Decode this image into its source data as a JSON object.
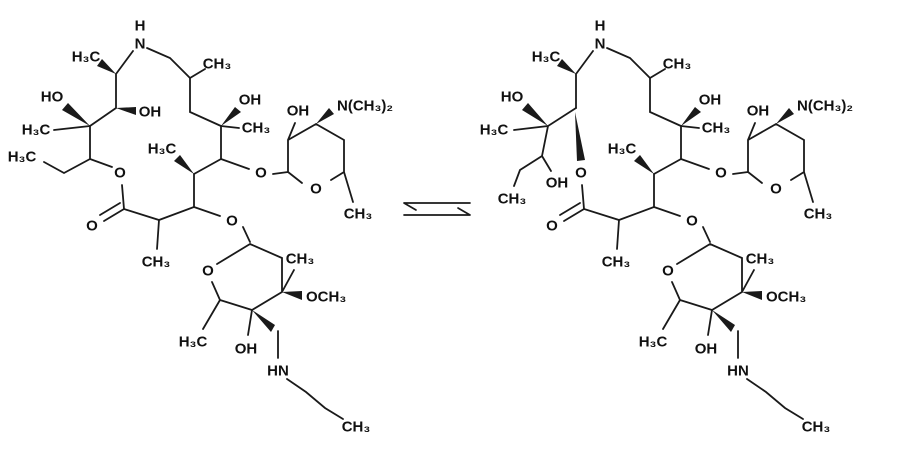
{
  "figure": {
    "kind": "chemical-structure-equilibrium",
    "molecule_count": 2
  },
  "labels": {
    "h": "H",
    "n": "N",
    "h3c": "H₃C",
    "ch3": "CH₃",
    "ho": "HO",
    "oh": "OH",
    "o": "O",
    "n_ch3_2": "N(CH₃)₂",
    "och3": "OCH₃",
    "hn": "HN"
  },
  "colors": {
    "bond": "#1a1a1a",
    "text": "#111111",
    "background": "#ffffff"
  }
}
